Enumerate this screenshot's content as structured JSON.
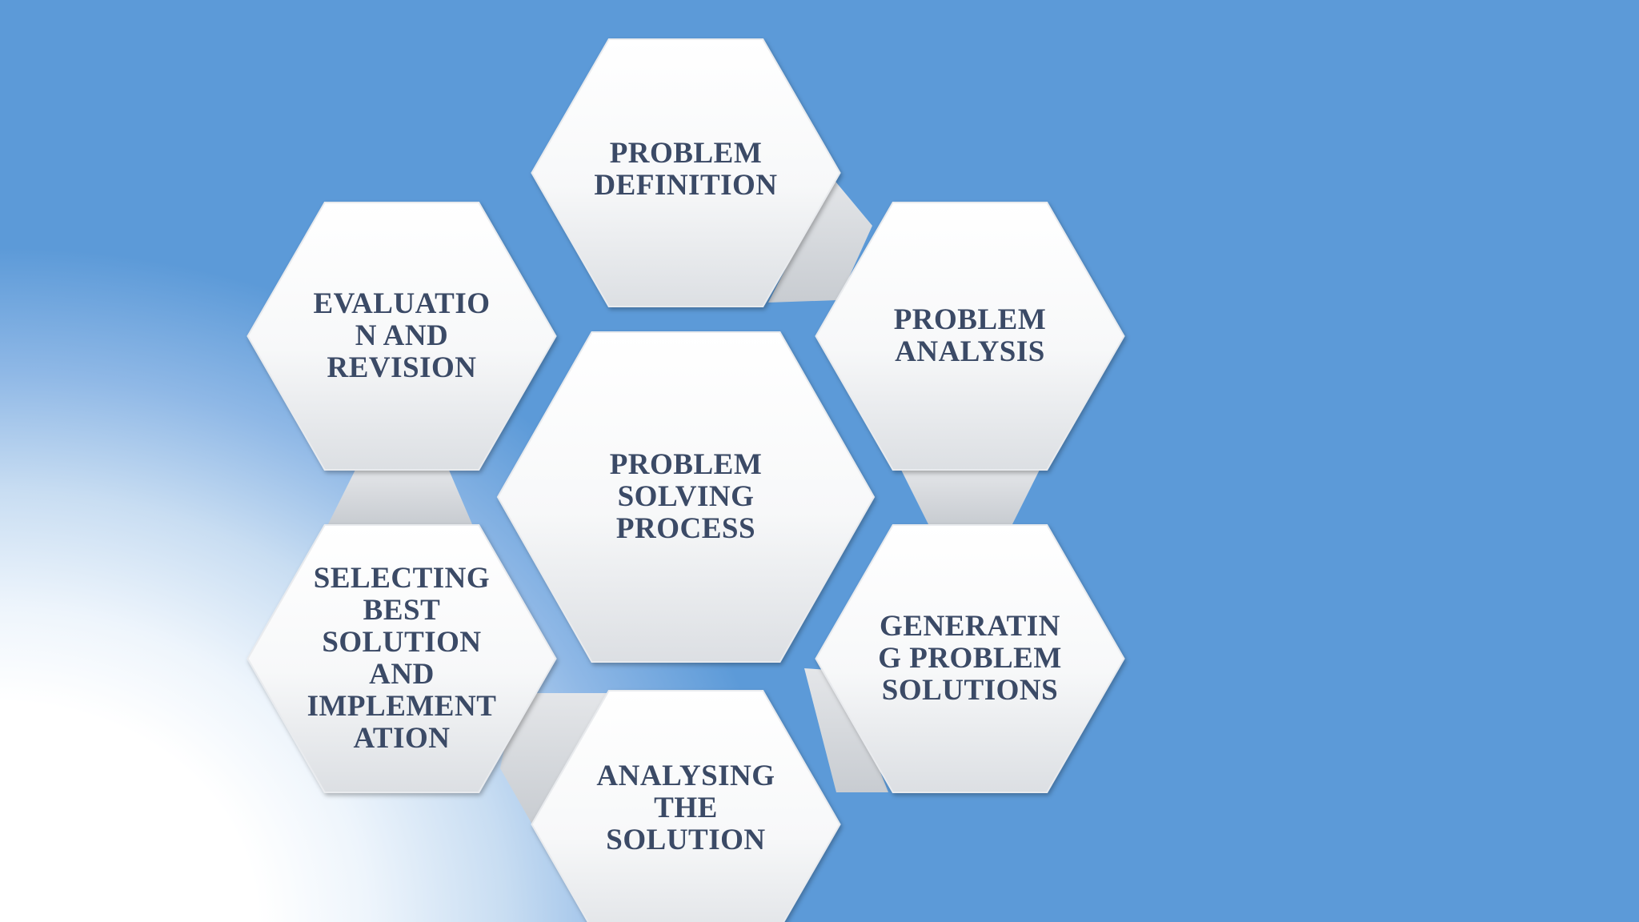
{
  "diagram": {
    "center": {
      "label": "PROBLEM\nSOLVING\nPROCESS"
    },
    "steps": [
      {
        "label": "PROBLEM\nDEFINITION"
      },
      {
        "label": "PROBLEM\nANALYSIS"
      },
      {
        "label": "GENERATIN\nG PROBLEM\nSOLUTIONS"
      },
      {
        "label": "ANALYSING\nTHE\nSOLUTION"
      },
      {
        "label": "SELECTING\nBEST\nSOLUTION\nAND\nIMPLEMENT\nATION"
      },
      {
        "label": "EVALUATIO\nN AND\nREVISION"
      }
    ]
  },
  "colors": {
    "background": "#5c9ad8",
    "hex_fill_top": "#ffffff",
    "hex_fill_bottom": "#dfe1e4",
    "connector": "#d3d6da",
    "text": "#3b4a66"
  }
}
